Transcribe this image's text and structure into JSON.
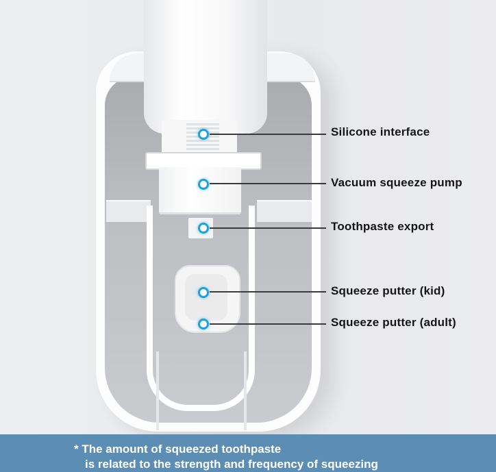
{
  "product": {
    "type": "automatic toothpaste dispenser",
    "body_color": "#ffffff",
    "inner_color": "#b6b8bb"
  },
  "callouts": [
    {
      "label": "Silicone interface",
      "marker_color": "#1ea1dc"
    },
    {
      "label": "Vacuum squeeze pump",
      "marker_color": "#1ea1dc"
    },
    {
      "label": "Toothpaste export",
      "marker_color": "#1ea1dc"
    },
    {
      "label": "Squeeze putter (kid)",
      "marker_color": "#1ea1dc"
    },
    {
      "label": "Squeeze putter (adult)",
      "marker_color": "#1ea1dc"
    }
  ],
  "footer": {
    "background": "#5b8db5",
    "line1": "*  The amount of squeezed toothpaste",
    "line2": "is related to the strength and frequency of squeezing"
  }
}
